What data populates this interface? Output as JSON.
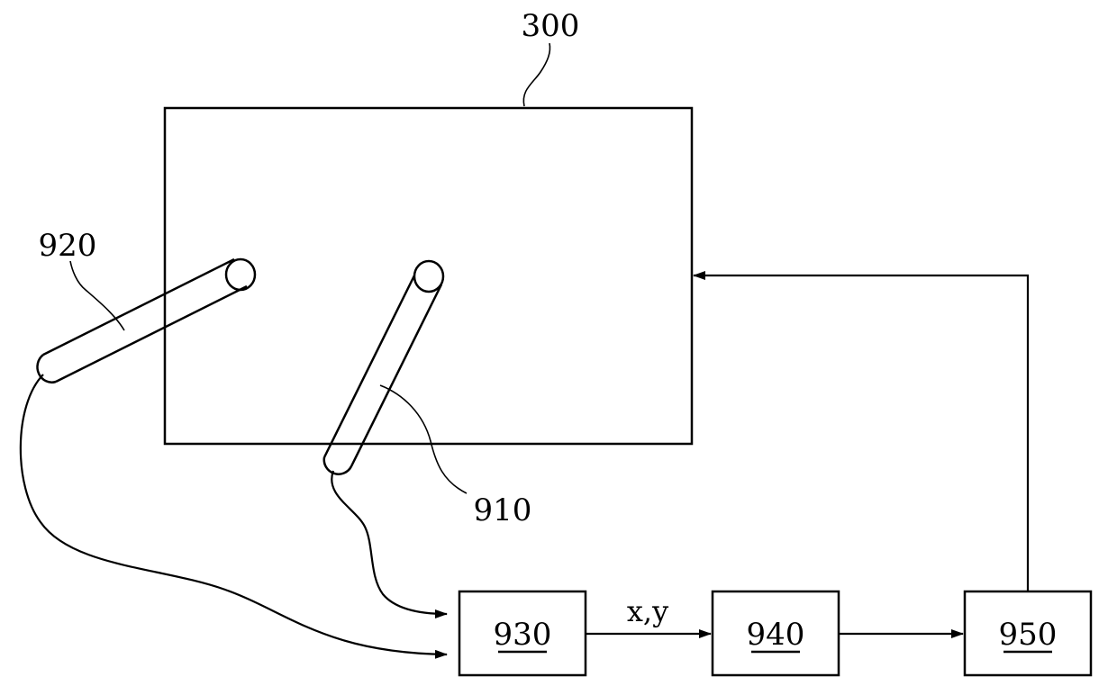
{
  "labels": {
    "panel": "300",
    "sensor_a": "910",
    "sensor_b": "920",
    "signal": "x,y"
  },
  "blocks": [
    {
      "id": "block-930",
      "label": "930"
    },
    {
      "id": "block-940",
      "label": "940"
    },
    {
      "id": "block-950",
      "label": "950"
    }
  ],
  "colors": {
    "line": "#000000",
    "background": "#ffffff"
  }
}
